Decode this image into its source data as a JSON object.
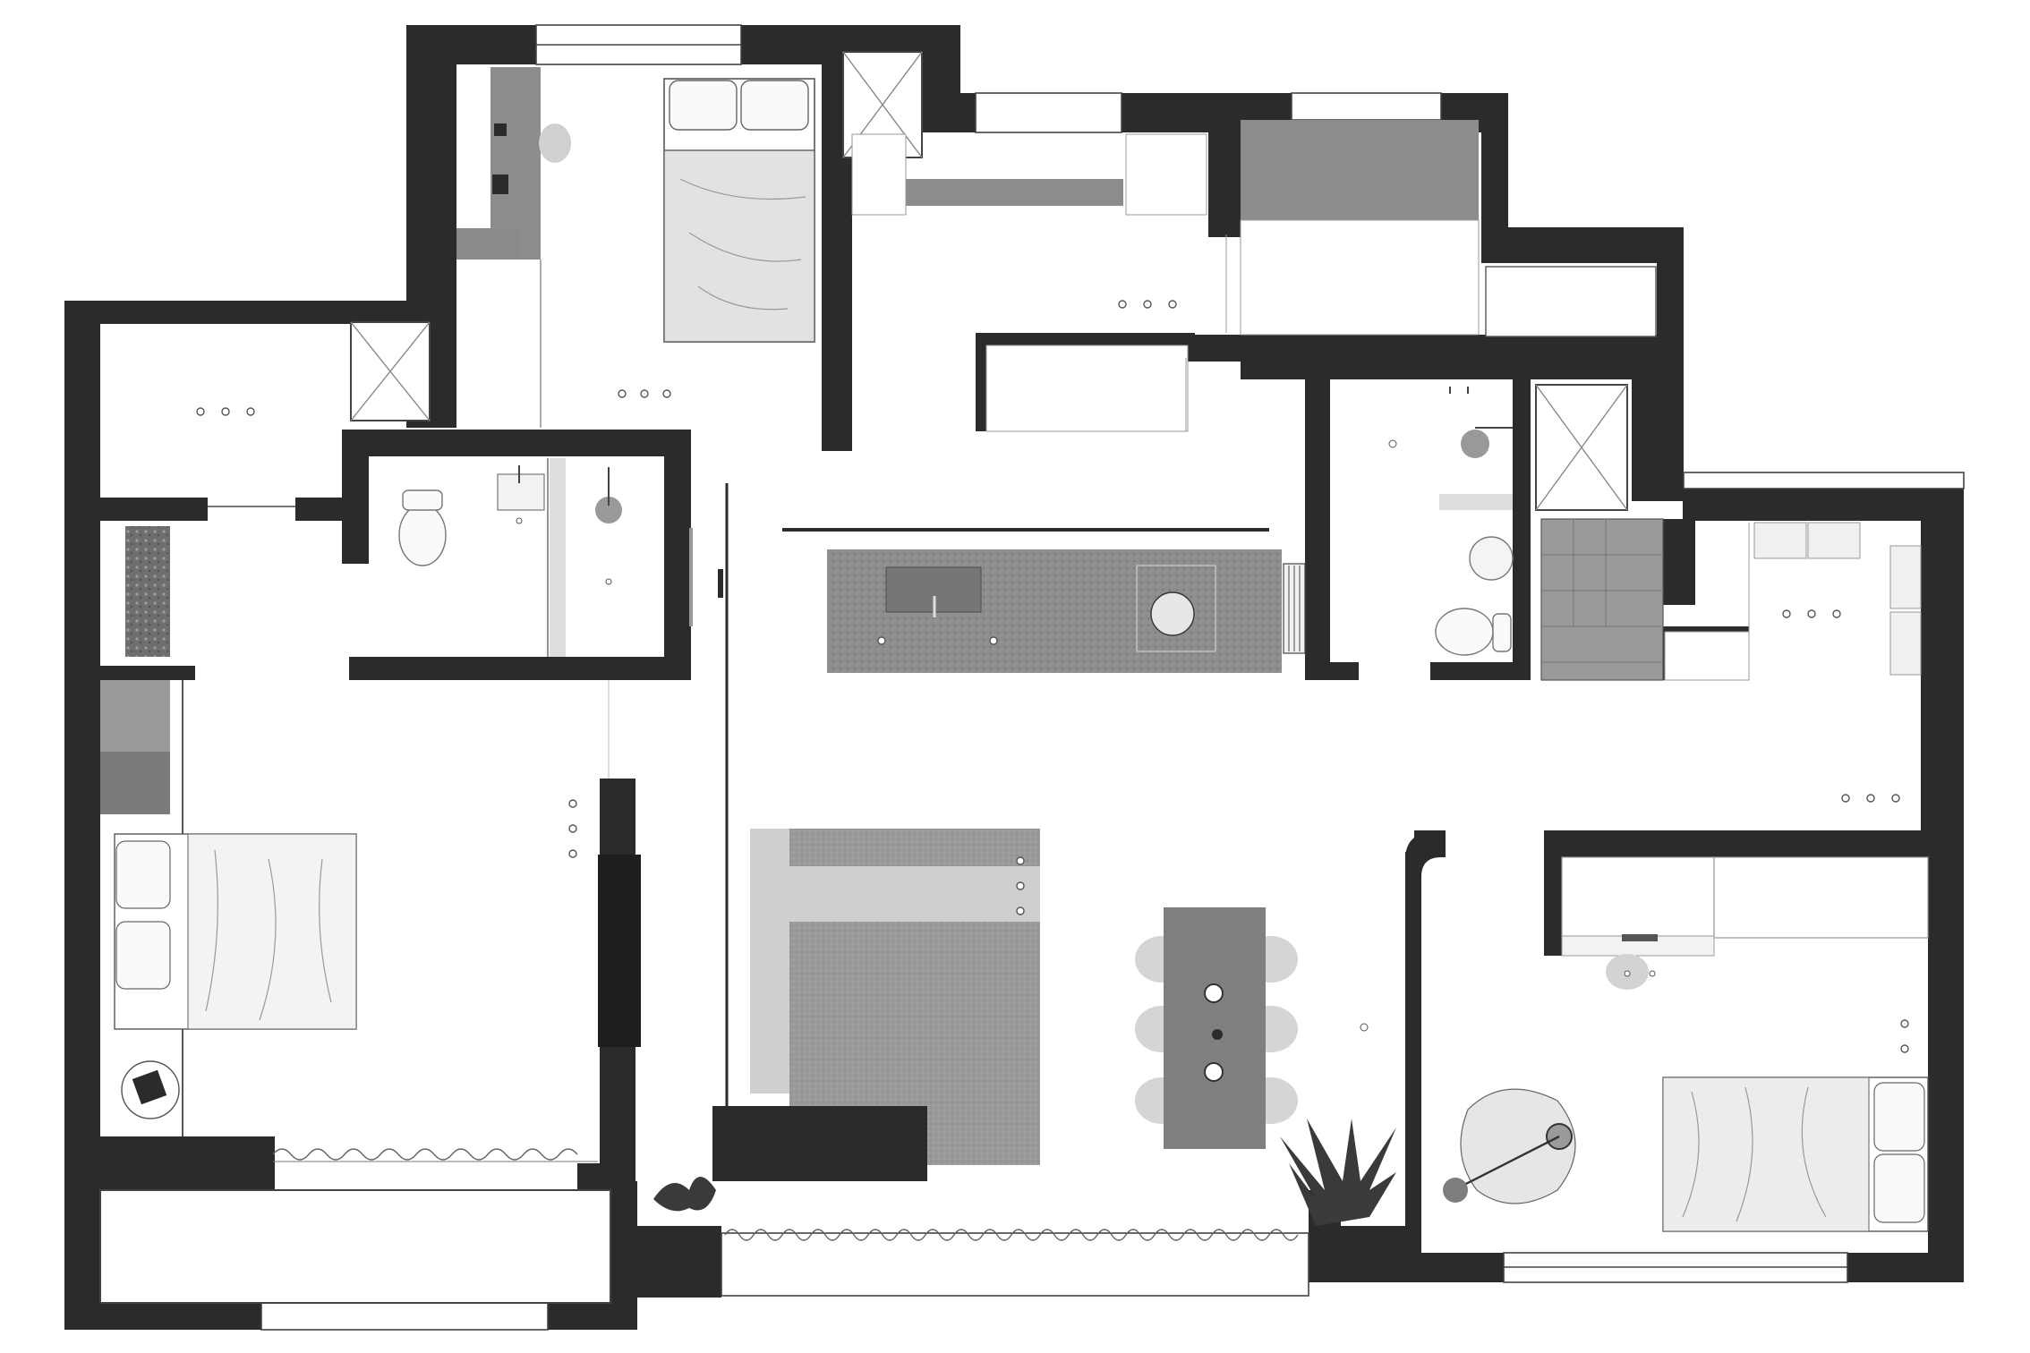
{
  "palette": {
    "wall": "#2b2b2b",
    "floor": "#ffffff",
    "stone": "#8c8c8c",
    "stone_light": "#bdbdbd",
    "rug": "#9a9a9a",
    "bed_linen": "#e2e2e2",
    "glass": "#f1f1f1",
    "plant": "#2f2f2f"
  },
  "rooms": [
    {
      "id": "bedroom-north",
      "kind": "bedroom"
    },
    {
      "id": "bedroom-west",
      "kind": "bedroom"
    },
    {
      "id": "bedroom-east",
      "kind": "bedroom"
    },
    {
      "id": "bathroom-west",
      "kind": "bathroom"
    },
    {
      "id": "bathroom-east",
      "kind": "bathroom"
    },
    {
      "id": "kitchen",
      "kind": "kitchen"
    },
    {
      "id": "living-dining",
      "kind": "living"
    },
    {
      "id": "balcony-south",
      "kind": "balcony"
    },
    {
      "id": "balcony-southwest",
      "kind": "balcony"
    },
    {
      "id": "storage-northwest",
      "kind": "storage"
    }
  ],
  "icons": [
    "bed-icon",
    "toilet-icon",
    "sink-icon",
    "shower-icon",
    "stove-icon",
    "plant-icon",
    "lamp-icon",
    "chair-icon",
    "ceiling-light-icon",
    "shaft-icon"
  ]
}
